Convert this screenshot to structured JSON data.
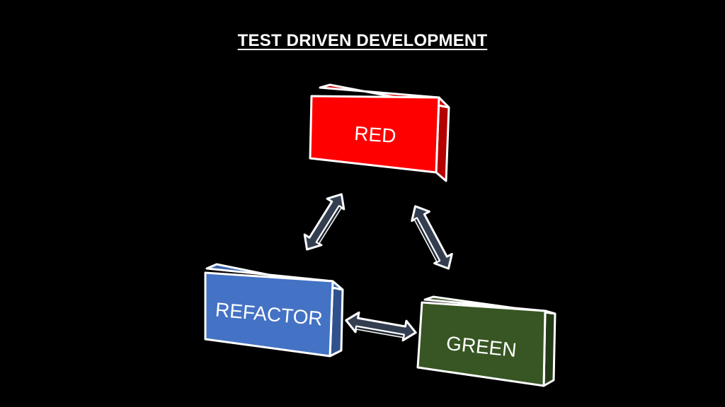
{
  "slide": {
    "title": "TEST DRIVEN DEVELOPMENT"
  },
  "boxes": {
    "red": {
      "label": "RED",
      "color": "#ff0000",
      "side_color": "#b30000"
    },
    "refactor": {
      "label": "REFACTOR",
      "color": "#4472c4",
      "side_color": "#2f528f"
    },
    "green": {
      "label": "GREEN",
      "color": "#375623",
      "side_color": "#253b18"
    }
  },
  "arrows": {
    "fill_color": "#333f50",
    "stroke_color": "#ffffff"
  }
}
